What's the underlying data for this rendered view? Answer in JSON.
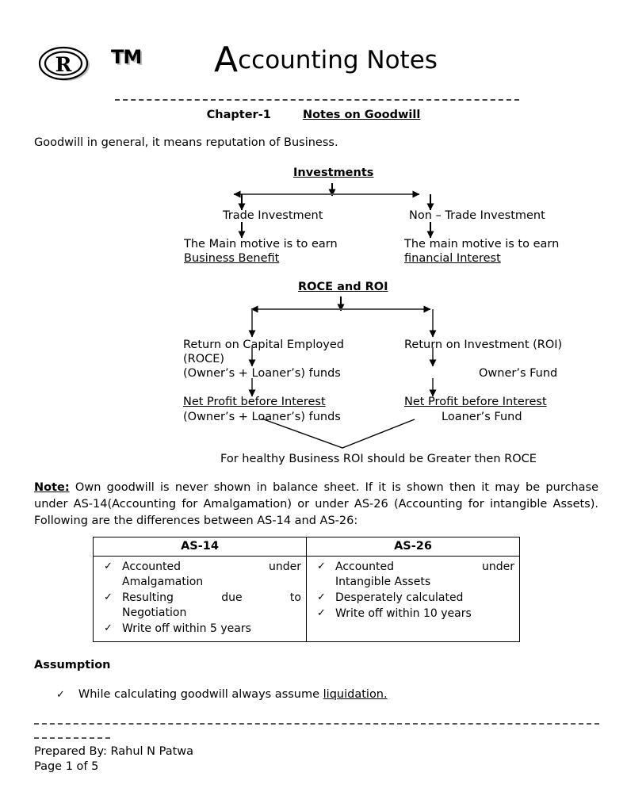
{
  "header": {
    "logo_registered": "registered-trademark-symbol",
    "logo_tm": "TM",
    "title_capital": "A",
    "title_rest": "ccounting Notes",
    "chapter": "Chapter-1",
    "chapter_topic": "Notes on Goodwill"
  },
  "intro": {
    "text": "Goodwill in general, it means reputation of Business."
  },
  "diagram_investments": {
    "title": "Investments",
    "left_node": "Trade Investment",
    "right_node": "Non – Trade Investment",
    "left_detail_line1": "The Main motive is to earn",
    "left_detail_line2": "Business Benefit",
    "right_detail_line1": "The main motive is to earn",
    "right_detail_line2": "financial Interest"
  },
  "diagram_roce_roi": {
    "title": "ROCE and ROI",
    "left_node_line1": "Return on Capital Employed",
    "left_node_line2": "(ROCE)",
    "left_node_line3": "(Owner’s + Loaner’s) funds",
    "left_formula_numerator": "Net Profit before Interest",
    "left_formula_denominator": "(Owner’s + Loaner’s) funds",
    "right_node_line1": "Return on Investment (ROI)",
    "right_node_line2": "Owner’s Fund",
    "right_formula_numerator": "Net Profit before Interest",
    "right_formula_denominator": "Loaner’s Fund",
    "conclusion": "For healthy Business ROI should be Greater then ROCE"
  },
  "note": {
    "label": "Note:",
    "body": " Own goodwill is never shown in balance sheet. If it is shown then it may be purchase under AS-14(Accounting for Amalgamation) or under AS-26 (Accounting for intangible Assets). Following are the differences between AS-14 and AS-26:"
  },
  "table": {
    "headers": [
      "AS-14",
      "AS-26"
    ],
    "as14_items": [
      {
        "left": "Accounted",
        "right": "under",
        "second_line": "Amalgamation",
        "spaced": true
      },
      {
        "left": "Resulting",
        "mid": "due",
        "right": "to",
        "second_line": "Negotiation",
        "spaced": false
      },
      {
        "text": "Write off within 5 years"
      }
    ],
    "as26_items": [
      {
        "left": "Accounted",
        "right": "under",
        "second_line": "Intangible  Assets"
      },
      {
        "text": "Desperately calculated"
      },
      {
        "text": "Write off within 10 years"
      }
    ],
    "tick_glyph": "✓"
  },
  "assumption": {
    "heading": "Assumption",
    "item_prefix": "While calculating goodwill always assume ",
    "item_underlined": "liquidation."
  },
  "footer": {
    "prepared_by": "Prepared By: Rahul N Patwa",
    "page": "Page 1 of 5"
  },
  "colors": {
    "ink": "#000000",
    "rule": "#444444",
    "paper": "#ffffff"
  }
}
